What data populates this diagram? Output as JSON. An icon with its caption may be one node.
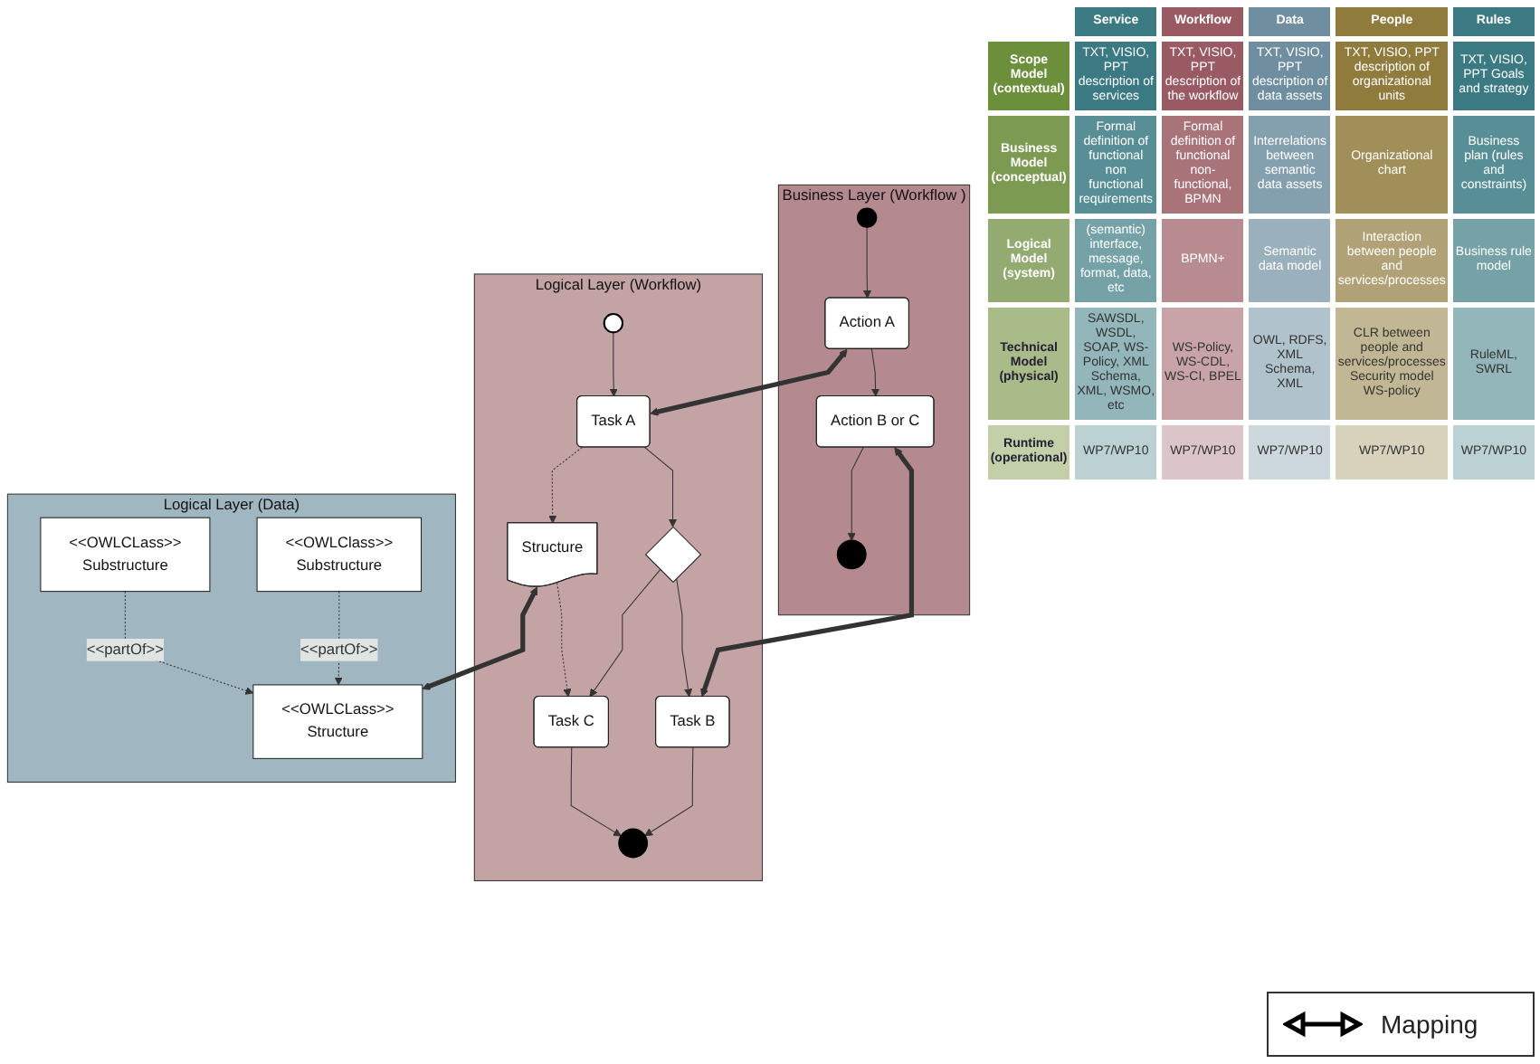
{
  "diagram": {
    "nodes": [
      {
        "text": [
          "Business Layer (Workflow )"
        ]
      },
      {
        "text": [],
        "shape": "circle",
        "in": 0
      },
      {
        "text": [
          "Action A"
        ],
        "in": 0
      },
      {
        "text": [
          "Action B or C"
        ],
        "in": 0
      },
      {
        "text": [],
        "shape": "circle",
        "in": 0
      },
      {
        "text": [
          "Logical Layer (Workflow)"
        ]
      },
      {
        "text": [],
        "shape": "circle",
        "in": 5
      },
      {
        "text": [
          "Task A"
        ],
        "in": 5
      },
      {
        "text": [],
        "shape": "diamond",
        "in": 5
      },
      {
        "text": [
          "Task B"
        ],
        "in": 5
      },
      {
        "text": [
          "Task C"
        ],
        "in": 5
      },
      {
        "text": [],
        "shape": "circle",
        "in": 5
      },
      {
        "text": [
          "Structure"
        ],
        "in": 5
      },
      {
        "text": [
          "Logical Layer (Data)"
        ]
      },
      {
        "text": [
          "<<OWLCLass>>",
          "Structure"
        ],
        "in": 13
      },
      {
        "text": [
          "<<OWLClass>>",
          "Substructure"
        ],
        "in": 13
      },
      {
        "text": [
          "<<OWLCLass>>",
          "Substructure"
        ],
        "in": 13
      }
    ],
    "edges": [
      {
        "from": 1,
        "to": 2,
        "arrow": "to"
      },
      {
        "from": 2,
        "to": 3,
        "arrow": "to"
      },
      {
        "from": 3,
        "to": 4,
        "arrow": "to"
      },
      {
        "from": 2,
        "to": 7,
        "arrow": "both",
        "style": "thick"
      },
      {
        "from": 3,
        "to": 9,
        "arrow": "both",
        "style": "thick"
      },
      {
        "from": 6,
        "to": 7,
        "arrow": "to"
      },
      {
        "from": 7,
        "to": 8,
        "arrow": "to"
      },
      {
        "from": 8,
        "to": 9,
        "arrow": "to"
      },
      {
        "from": 8,
        "to": 10,
        "arrow": "to"
      },
      {
        "from": 9,
        "to": 11,
        "arrow": "to"
      },
      {
        "from": 10,
        "to": 11,
        "arrow": "to"
      },
      {
        "from": 7,
        "to": 12,
        "arrow": "to",
        "style": "dashed"
      },
      {
        "from": 12,
        "to": 10,
        "arrow": "to",
        "style": "dashed"
      },
      {
        "from": 12,
        "to": 14,
        "arrow": "both",
        "style": "thick"
      },
      {
        "from": 15,
        "to": 14,
        "arrow": "to",
        "style": "dashed",
        "label": "<<partOf>>"
      },
      {
        "from": 16,
        "to": 14,
        "arrow": "to",
        "style": "dashed",
        "label": "<<partOf>>"
      }
    ],
    "labels": [
      "Service",
      "Workflow",
      "Data",
      "People",
      "Rules",
      "Scope Model (contextual)",
      "TXT, VISIO, PPT description of services",
      "TXT, VISIO, PPT description of the workflow",
      "TXT, VISIO, PPT description of data assets",
      "TXT, VISIO, PPT description of organizational units",
      "TXT, VISIO, PPT Goals and strategy",
      "Business Model (conceptual)",
      "Formal definition of functional non functional requirements",
      "Formal definition of functional non-functional, BPMN",
      "Interrelations between semantic data assets",
      "Organizational chart",
      "Business plan (rules and constraints)",
      "Logical Model (system)",
      "(semantic) interface, message, format, data, etc",
      "BPMN+",
      "Semantic data model",
      "Interaction between people and services/processes",
      "Business rule model",
      "Technical Model (physical)",
      "SAWSDL, WSDL, SOAP, WS-Policy, XML Schema, XML, WSMO, etc",
      "WS-Policy, WS-CDL, WS-CI, BPEL",
      "OWL, RDFS, XML Schema, XML",
      "CLR between people and services/processes Security model WS-policy",
      "RuleML, SWRL",
      "Runtime (operational)",
      "WP7/WP10",
      "WP7/WP10",
      "WP7/WP10",
      "WP7/WP10",
      "WP7/WP10"
    ],
    "legend": [
      {
        "text": "Mapping"
      }
    ]
  }
}
